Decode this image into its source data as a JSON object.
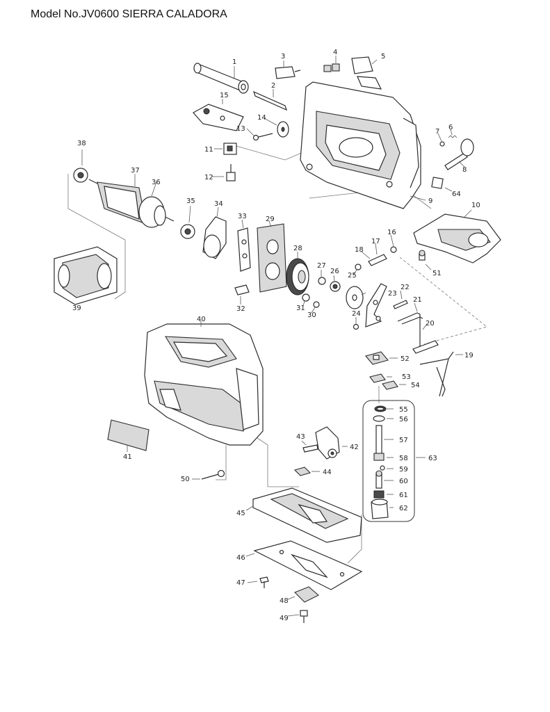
{
  "title": "Model No.JV0600 SIERRA CALADORA",
  "callouts": [
    "1",
    "2",
    "3",
    "4",
    "5",
    "6",
    "7",
    "8",
    "9",
    "10",
    "11",
    "12",
    "13",
    "14",
    "15",
    "16",
    "17",
    "18",
    "19",
    "20",
    "21",
    "22",
    "23",
    "24",
    "25",
    "26",
    "27",
    "28",
    "29",
    "30",
    "31",
    "32",
    "33",
    "34",
    "35",
    "36",
    "37",
    "38",
    "39",
    "40",
    "41",
    "42",
    "43",
    "44",
    "45",
    "46",
    "47",
    "48",
    "49",
    "50",
    "51",
    "52",
    "53",
    "54",
    "55",
    "56",
    "57",
    "58",
    "59",
    "60",
    "61",
    "62",
    "63",
    "64"
  ]
}
